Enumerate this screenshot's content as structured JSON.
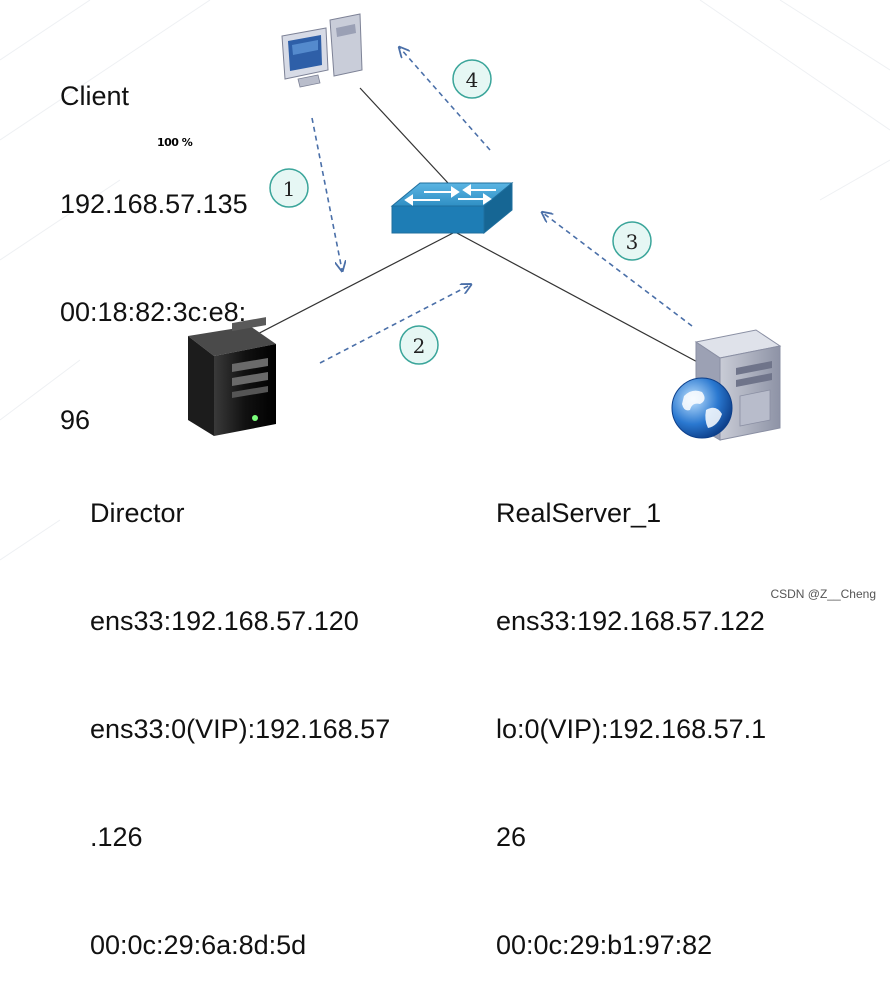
{
  "client": {
    "title": "Client",
    "ip": "192.168.57.135",
    "mac_line1": "00:18:82:3c:e8:",
    "mac_line2": "96"
  },
  "director": {
    "title": "Director",
    "ens33": "ens33:192.168.57.120",
    "vip_line1": "ens33:0(VIP):192.168.57",
    "vip_line2": ".126",
    "mac": "00:0c:29:6a:8d:5d"
  },
  "realserver": {
    "title": "RealServer_1",
    "ens33": "ens33:192.168.57.122",
    "vip_line1": "lo:0(VIP):192.168.57.1",
    "vip_line2": "26",
    "mac": "00:0c:29:b1:97:82"
  },
  "steps": [
    "1",
    "2",
    "3",
    "4"
  ],
  "overlay_text": "100 %",
  "credit": "CSDN @Z__Cheng",
  "icons": {
    "client": "desktop-computer-icon",
    "switch": "network-switch-icon",
    "director": "tower-server-icon",
    "realserver": "web-server-icon"
  },
  "colors": {
    "arrow": "#4a6fa8",
    "switch": "#2f8fc4",
    "step_stroke": "#3aa59a",
    "step_fill": "#e6f7f4"
  }
}
